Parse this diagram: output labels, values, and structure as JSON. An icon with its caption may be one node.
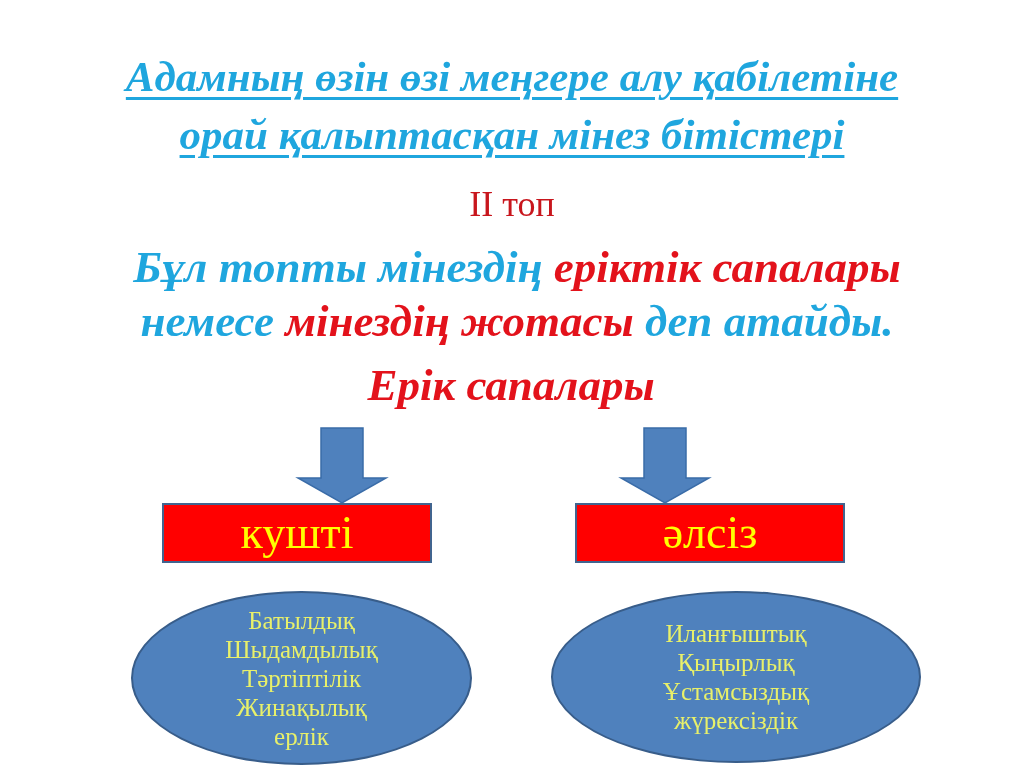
{
  "diagram": {
    "title": "Адамның өзін өзі меңгере алу қабілетіне орай қалыптасқан мінез бітістері",
    "nodes": [
      {
        "text": [
          "Ерік сапалары"
        ]
      },
      {
        "text": [
          "кушті"
        ]
      },
      {
        "text": [
          "әлсіз"
        ]
      },
      {
        "text": [
          "Батылдық",
          "Шыдамдылық",
          "Тәртіптілік",
          "Жинақылық",
          "ерлік"
        ]
      },
      {
        "text": [
          "Иланғыштық",
          "Қыңырлық",
          "Ұстамсыздық",
          "жүрексіздік"
        ]
      }
    ],
    "edges": [
      {
        "from": 0,
        "to": 1,
        "arrow": "to"
      },
      {
        "from": 0,
        "to": 2,
        "arrow": "to"
      }
    ],
    "labels": [
      "II топ",
      "Бұл топты мінездің **еріктік сапалары** немесе **мінездің жотасы** деп атайды."
    ]
  }
}
